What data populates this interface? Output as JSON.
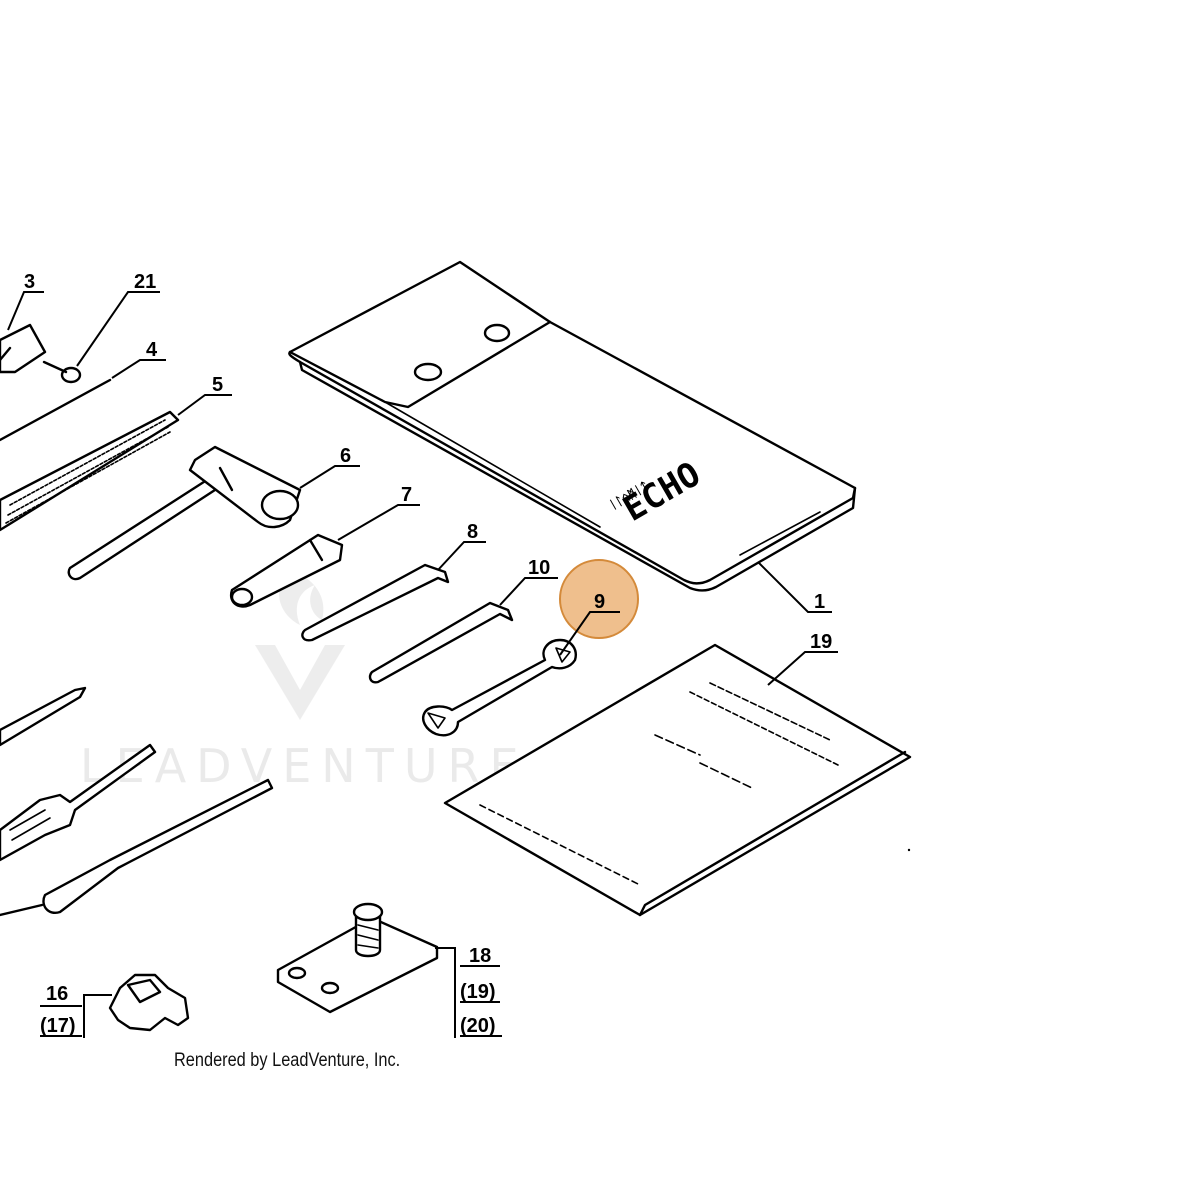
{
  "diagram": {
    "callouts": [
      {
        "id": "1",
        "label": "1"
      },
      {
        "id": "3",
        "label": "3"
      },
      {
        "id": "4",
        "label": "4"
      },
      {
        "id": "5",
        "label": "5"
      },
      {
        "id": "6",
        "label": "6"
      },
      {
        "id": "7",
        "label": "7"
      },
      {
        "id": "8",
        "label": "8"
      },
      {
        "id": "9",
        "label": "9"
      },
      {
        "id": "10",
        "label": "10"
      },
      {
        "id": "16",
        "label": "16"
      },
      {
        "id": "17",
        "label": "(17)"
      },
      {
        "id": "18",
        "label": "18"
      },
      {
        "id": "18b",
        "label": "(19)"
      },
      {
        "id": "18c",
        "label": "(20)"
      },
      {
        "id": "19",
        "label": "19"
      },
      {
        "id": "21",
        "label": "21"
      }
    ],
    "highlight": {
      "part": "9",
      "color": "#e8a45c"
    },
    "tool_bag_label": "ECHO",
    "watermark": "LEADVENTURE",
    "credit": "Rendered by LeadVenture, Inc."
  }
}
